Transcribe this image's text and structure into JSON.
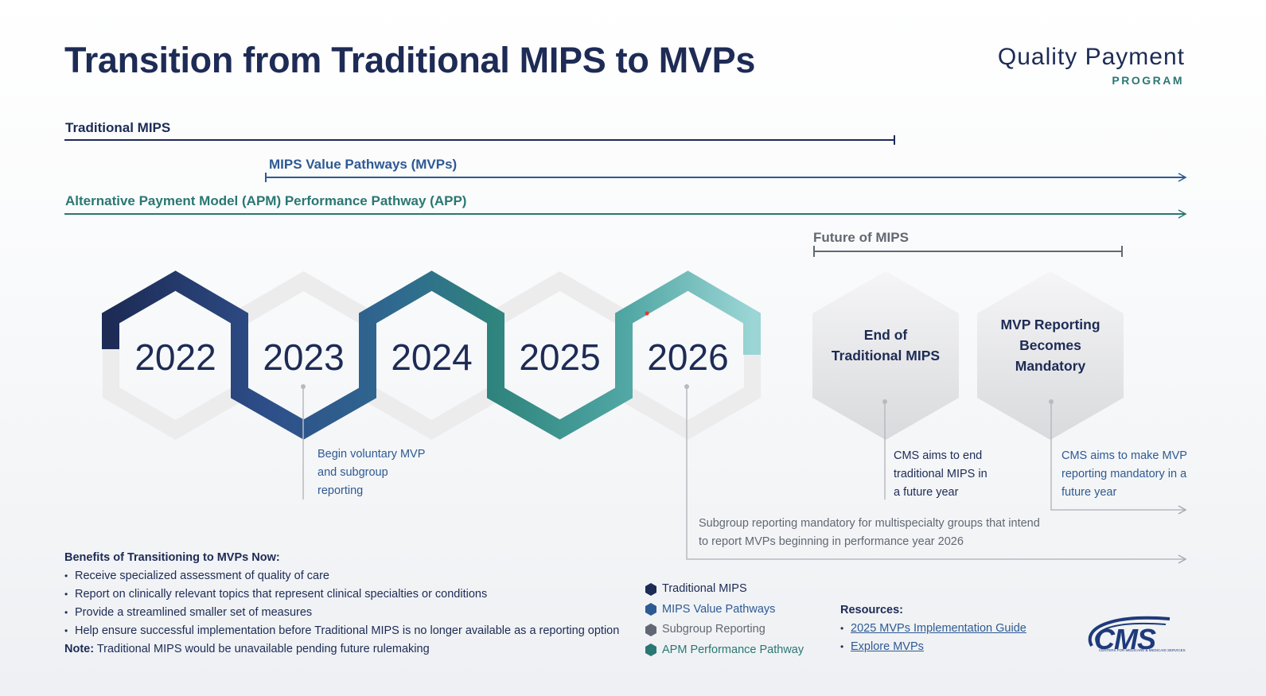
{
  "title": "Transition from Traditional MIPS to MVPs",
  "logo": {
    "line1": "Quality Payment",
    "line2": "PROGRAM"
  },
  "tracks": {
    "traditional": "Traditional MIPS",
    "mvps": "MIPS Value Pathways (MVPs)",
    "app": "Alternative Payment Model (APM) Performance Pathway (APP)",
    "future": "Future of MIPS"
  },
  "years": [
    "2022",
    "2023",
    "2024",
    "2025",
    "2026"
  ],
  "milestones": {
    "end_traditional": "End of Traditional MIPS",
    "mvp_mandatory": "MVP Reporting Becomes Mandatory"
  },
  "callouts": {
    "y2023": "Begin voluntary MVP and subgroup reporting",
    "y2026": "Subgroup reporting mandatory for multispecialty groups that intend to report MVPs beginning in performance year 2026",
    "end_traditional": "CMS aims to end traditional MIPS in a future year",
    "mvp_mandatory": "CMS aims to make MVP reporting mandatory in a future year"
  },
  "benefits": {
    "heading": "Benefits of Transitioning to MVPs Now:",
    "items": [
      "Receive specialized assessment of quality of care",
      "Report on clinically relevant topics that represent clinical specialties or conditions",
      "Provide a streamlined smaller set of measures",
      "Help ensure successful implementation before Traditional MIPS is no longer available as a reporting option"
    ],
    "note_label": "Note:",
    "note_text": "Traditional MIPS would be unavailable pending future rulemaking"
  },
  "legend": [
    {
      "label": "Traditional MIPS",
      "color": "#1d2b55"
    },
    {
      "label": "MIPS Value Pathways",
      "color": "#2e5a93"
    },
    {
      "label": "Subgroup Reporting",
      "color": "#626873"
    },
    {
      "label": "APM Performance Pathway",
      "color": "#2a7773"
    }
  ],
  "resources": {
    "heading": "Resources:",
    "links": [
      "2025 MVPs Implementation Guide",
      "Explore MVPs"
    ]
  },
  "cms_logo": {
    "text": "CMS",
    "subtext": "CENTERS FOR MEDICARE & MEDICAID SERVICES"
  },
  "colors": {
    "navy": "#1d2b55",
    "blue": "#2e5a93",
    "teal": "#2a7773",
    "light_teal": "#94d3d2",
    "gray": "#626873"
  }
}
